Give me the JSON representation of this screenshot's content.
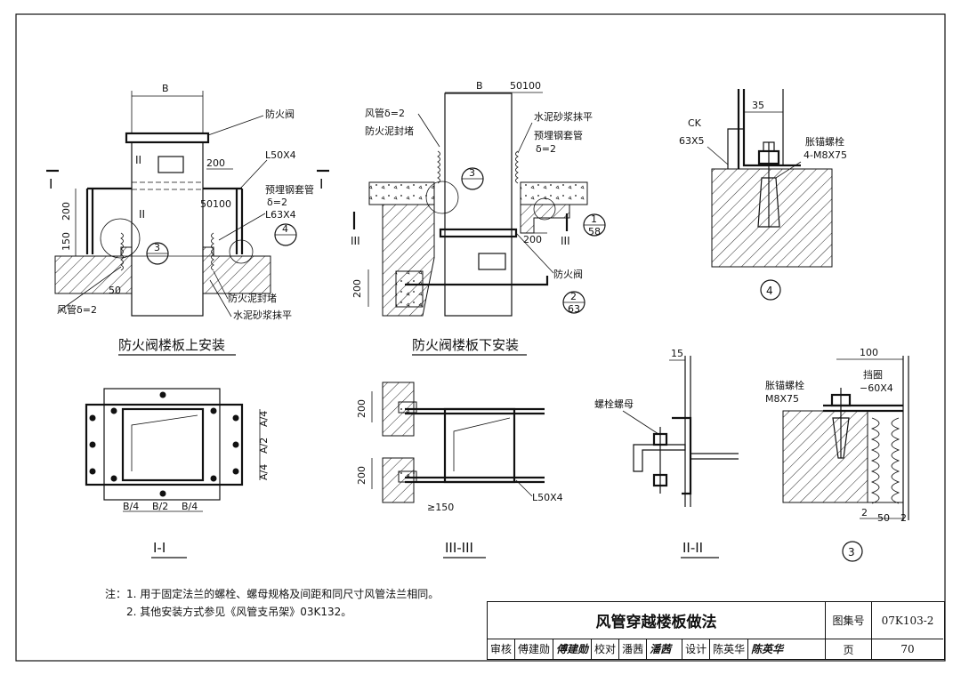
{
  "drawing": {
    "title": "风管穿越楼板做法",
    "atlas_label": "图集号",
    "atlas_no": "07K103-2",
    "page_label": "页",
    "page_no": "70",
    "review_label": "审核",
    "reviewer": "傅建勋",
    "reviewer_sig": "傅建勋",
    "check_label": "校对",
    "checker": "潘茜",
    "checker_sig": "潘茜",
    "design_label": "设计",
    "designer": "陈英华",
    "designer_sig": "陈英华"
  },
  "notes": {
    "line1": "注：1. 用于固定法兰的螺栓、螺母规格及间距和同尺寸风管法兰相同。",
    "line2": "2. 其他安装方式参见《风管支吊架》03K132。"
  },
  "view_top": {
    "caption": "防火阀楼板上安装",
    "dim_b": "B",
    "label_damper": "防火阀",
    "dim_200": "200",
    "label_angle": "L50X4",
    "label_sleeve": "预埋钢套管",
    "label_delta": "δ=2",
    "dim_50100": "50100",
    "label_angle2": "L63X4",
    "sec_left": "I",
    "sec_right": "I",
    "mark_ii_upper": "II",
    "mark_ii": "II",
    "dim_v200": "200",
    "dim_v150": "150",
    "dim_50": "50",
    "label_duct": "风管δ=2",
    "label_seal": "防火泥封堵",
    "label_mortar": "水泥砂浆抹平",
    "bubble3": "3",
    "bubble4": "4"
  },
  "view_bottom": {
    "caption": "防火阀楼板下安装",
    "dim_b": "B",
    "dim_50100": "50100",
    "label_duct": "风管δ=2",
    "label_seal": "防火泥封堵",
    "label_mortar": "水泥砂浆抹平",
    "label_sleeve": "预埋钢套管",
    "label_delta": "δ=2",
    "bubble3": "3",
    "bubble1_top": "1",
    "bubble1_bot": "58",
    "mark_iii_l": "III",
    "mark_iii_r": "III",
    "dim_200": "200",
    "dim_v200": "200",
    "label_damper": "防火阀",
    "bubble2_top": "2",
    "bubble2_bot": "63"
  },
  "detail4": {
    "label_ck": "CK",
    "label_angle": "63X5",
    "dim_35": "35",
    "label_bolt": "胀锚螺栓",
    "label_bolt_spec": "4-M8X75",
    "caption": "4"
  },
  "section_i": {
    "dim_a4_top": "A/4",
    "dim_a2": "A/2",
    "dim_a4_bot": "A/4",
    "dim_b4_l": "B/4",
    "dim_b2": "B/2",
    "dim_b4_r": "B/4",
    "caption": "I-I"
  },
  "section_iii": {
    "dim_200_top": "200",
    "dim_200_bot": "200",
    "dim_150": "≥150",
    "label_angle": "L50X4",
    "caption": "III-III"
  },
  "section_ii": {
    "dim_15": "15",
    "label_bolt_nut": "螺栓螺母",
    "caption": "II-II"
  },
  "detail3": {
    "dim_100": "100",
    "label_ring": "挡圈",
    "label_ring_spec": "−60X4",
    "label_bolt": "胀锚螺栓",
    "label_bolt_spec": "M8X75",
    "dim_2l": "2",
    "dim_50": "50",
    "dim_2r": "2",
    "caption": "3"
  }
}
